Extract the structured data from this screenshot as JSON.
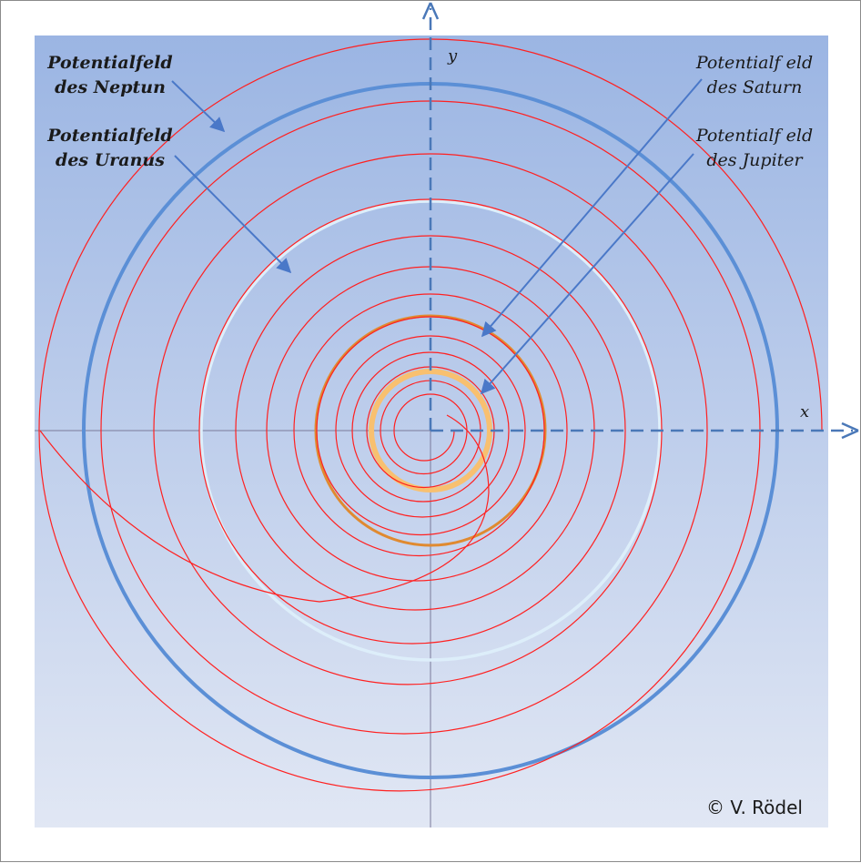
{
  "labels": {
    "neptun": [
      "Potentialfeld",
      "des Neptun"
    ],
    "uranus": [
      "Potentialfeld",
      "des Uranus"
    ],
    "saturn": [
      "Potentialf eld",
      "des Saturn"
    ],
    "jupiter": [
      "Potentialf eld",
      "des Jupiter"
    ]
  },
  "axes": {
    "x": "x",
    "y": "y"
  },
  "copyright": "© V. Rödel",
  "colors": {
    "background_top": "#9bb5e3",
    "background_bottom": "#e1e7f4",
    "spiral": "#ff2020",
    "neptun_ring": "#5b8fd6",
    "uranus_ring": "#ddeefa",
    "saturn_ring": "#e08a30",
    "jupiter_ring": "#f8c070",
    "axis": "#4a78b8",
    "arrow": "#4a78c8"
  }
}
